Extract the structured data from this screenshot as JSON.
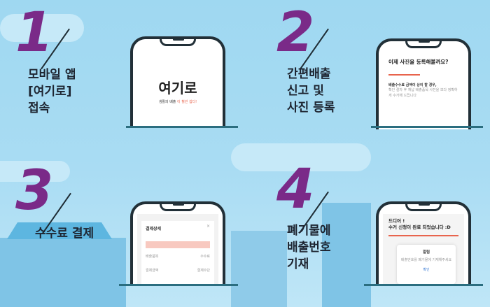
{
  "steps": [
    {
      "number": "1",
      "label": "모바일 앱\n[여기로]\n접속"
    },
    {
      "number": "2",
      "label": "간편배출\n신고 및\n사진 등록"
    },
    {
      "number": "3",
      "label": "수수료 결제"
    },
    {
      "number": "4",
      "label": "폐기물에\n배출번호\n기재"
    }
  ],
  "screen1": {
    "logo": "여기로",
    "tagline_dark": "생활의 배출",
    "tagline_accent": "이 훨씬 쉽다!"
  },
  "screen2": {
    "title": "이제 사진을 등록해볼까요?",
    "note": "배출수수료 금액이 상이 할 경우,",
    "body": "확인 절차 후 재납 배출품목 사진을 보다 정확하게 수거해 드립니다"
  },
  "screen3": {
    "title": "결제상세",
    "close": "×",
    "row1_left": "배출품목",
    "row1_right": "수수료",
    "row2_left": "결제금액",
    "row2_right": "결제수단"
  },
  "screen4": {
    "title": "드디어 !\n수거 신청이 완료 되었습니다 :D",
    "alert_title": "알림",
    "alert_body": "배출번호를 폐기물에 기재해주세요",
    "confirm": "확인"
  },
  "colors": {
    "number": "#7a2a88",
    "accent": "#e8644d",
    "background": "#a9dcf3"
  }
}
